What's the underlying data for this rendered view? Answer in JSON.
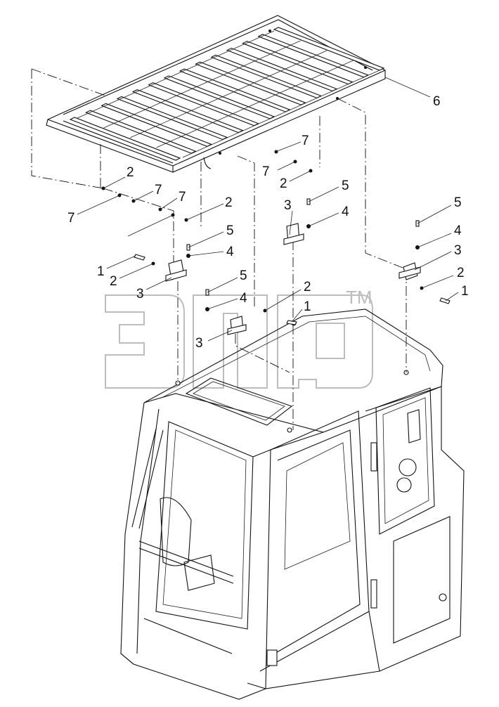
{
  "watermark": {
    "trademark": "TM"
  },
  "callouts": [
    {
      "id": "c6",
      "text": "6"
    },
    {
      "id": "c7a",
      "text": "7"
    },
    {
      "id": "c7b",
      "text": "7"
    },
    {
      "id": "c2a",
      "text": "2"
    },
    {
      "id": "c5a",
      "text": "5"
    },
    {
      "id": "c4a",
      "text": "4"
    },
    {
      "id": "c3a",
      "text": "3"
    },
    {
      "id": "c2b",
      "text": "2"
    },
    {
      "id": "c7c",
      "text": "7"
    },
    {
      "id": "c7d",
      "text": "7"
    },
    {
      "id": "c2c",
      "text": "2"
    },
    {
      "id": "c7e",
      "text": "7"
    },
    {
      "id": "c5b",
      "text": "5"
    },
    {
      "id": "c4b",
      "text": "4"
    },
    {
      "id": "c1a",
      "text": "1"
    },
    {
      "id": "c2d",
      "text": "2"
    },
    {
      "id": "c3b",
      "text": "3"
    },
    {
      "id": "c5c",
      "text": "5"
    },
    {
      "id": "c4c",
      "text": "4"
    },
    {
      "id": "c3c",
      "text": "3"
    },
    {
      "id": "c2e",
      "text": "2"
    },
    {
      "id": "c1b",
      "text": "1"
    },
    {
      "id": "c5d",
      "text": "5"
    },
    {
      "id": "c4d",
      "text": "4"
    },
    {
      "id": "c3d",
      "text": "3"
    },
    {
      "id": "c2f",
      "text": "2"
    },
    {
      "id": "c1c",
      "text": "1"
    }
  ]
}
